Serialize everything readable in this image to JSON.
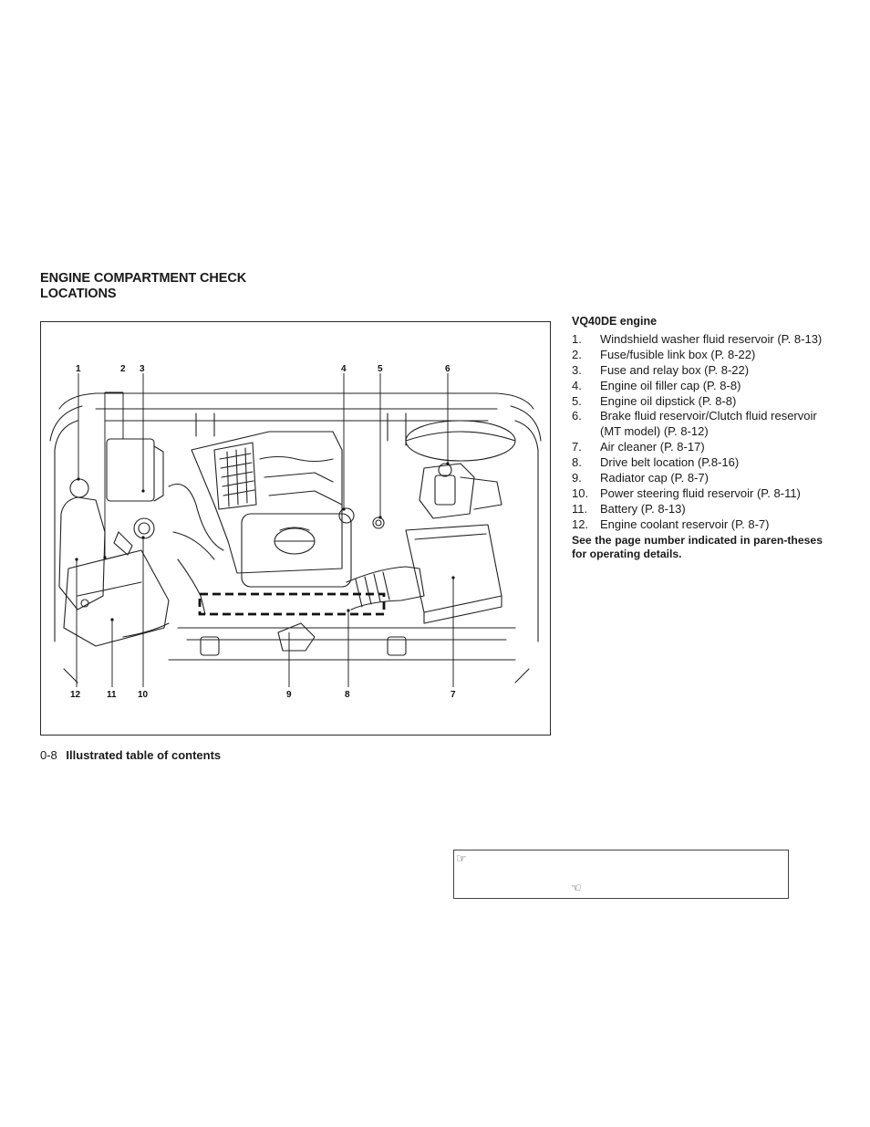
{
  "section": {
    "title_line1": "ENGINE COMPARTMENT CHECK",
    "title_line2": "LOCATIONS"
  },
  "figure": {
    "callouts_top": [
      "1",
      "2",
      "3",
      "4",
      "5",
      "6"
    ],
    "callouts_bottom": [
      "12",
      "11",
      "10",
      "9",
      "8",
      "7"
    ]
  },
  "legend": {
    "engine": "VQ40DE engine",
    "items": [
      {
        "num": "1.",
        "text": "Windshield washer fluid reservoir (P. 8-13)"
      },
      {
        "num": "2.",
        "text": "Fuse/fusible link box (P. 8-22)"
      },
      {
        "num": "3.",
        "text": "Fuse and relay box (P. 8-22)"
      },
      {
        "num": "4.",
        "text": "Engine oil filler cap (P. 8-8)"
      },
      {
        "num": "5.",
        "text": "Engine oil dipstick (P. 8-8)"
      },
      {
        "num": "6.",
        "text": "Brake fluid reservoir/Clutch fluid reservoir (MT model) (P. 8-12)"
      },
      {
        "num": "7.",
        "text": "Air cleaner (P. 8-17)"
      },
      {
        "num": "8.",
        "text": "Drive belt location (P.8-16)"
      },
      {
        "num": "9.",
        "text": "Radiator cap (P. 8-7)"
      },
      {
        "num": "10.",
        "text": "Power steering fluid reservoir (P. 8-11)"
      },
      {
        "num": "11.",
        "text": "Battery (P. 8-13)"
      },
      {
        "num": "12.",
        "text": "Engine coolant reservoir (P. 8-7)"
      }
    ],
    "note": "See the page number indicated in paren-theses for operating details."
  },
  "footer": {
    "page_number": "0-8",
    "title": "Illustrated table of contents"
  },
  "ref_box": {
    "icon_top": "pointing-hand-icon",
    "icon_bottom": "pointing-hand-icon"
  }
}
